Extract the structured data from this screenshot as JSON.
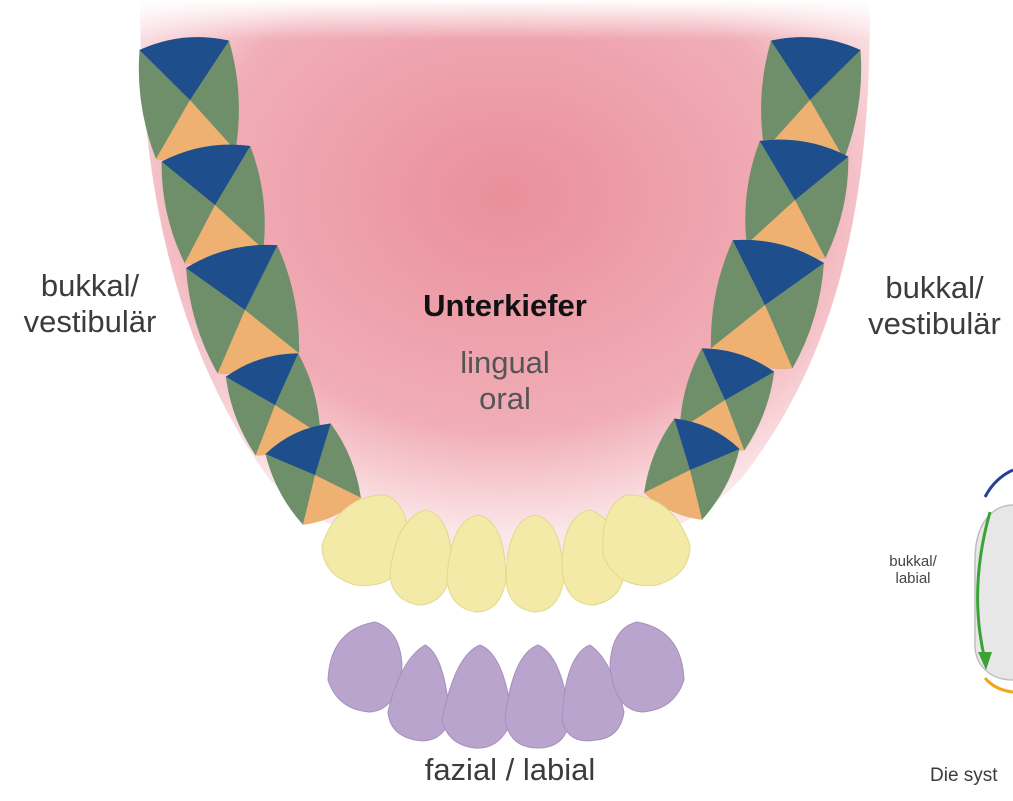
{
  "labels": {
    "left_side": [
      "bukkal/",
      "vestibulär"
    ],
    "right_side": [
      "bukkal/",
      "vestibulär"
    ],
    "jaw_title": "Unterkiefer",
    "center": [
      "lingual",
      "oral"
    ],
    "bottom": "fazial / labial",
    "inset_side": [
      "bukkal/",
      "labial"
    ],
    "caption_partial": "Die syst"
  },
  "colors": {
    "gum": "#e98f9c",
    "molar_blue": "#1f4e8c",
    "molar_green": "#6f8f6b",
    "molar_orange": "#efb171",
    "incisor_yellow": "#f2eaa6",
    "upper_purple": "#b8a4cc",
    "inset_blue": "#23409a",
    "inset_green": "#3aa334",
    "inset_orange": "#f1a519"
  }
}
